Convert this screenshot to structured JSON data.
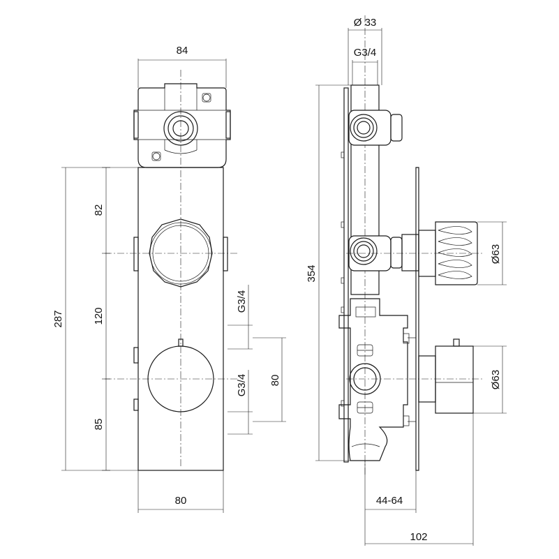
{
  "drawing": {
    "front_view": {
      "dim_top_width": "84",
      "dim_bottom_width": "80",
      "dim_total_height": "287",
      "dim_upper_spacing": "82",
      "dim_middle_spacing": "120",
      "dim_lower_spacing": "85",
      "dim_port_upper": "G3/4",
      "dim_port_lower": "G3/4",
      "dim_port_spacing": "80"
    },
    "side_view": {
      "dim_pipe_diameter": "Ø 33",
      "dim_pipe_thread": "G3/4",
      "dim_total_height": "354",
      "dim_knob_upper": "Ø63",
      "dim_knob_lower": "Ø63",
      "dim_depth_range": "44-64",
      "dim_total_depth": "102"
    }
  }
}
